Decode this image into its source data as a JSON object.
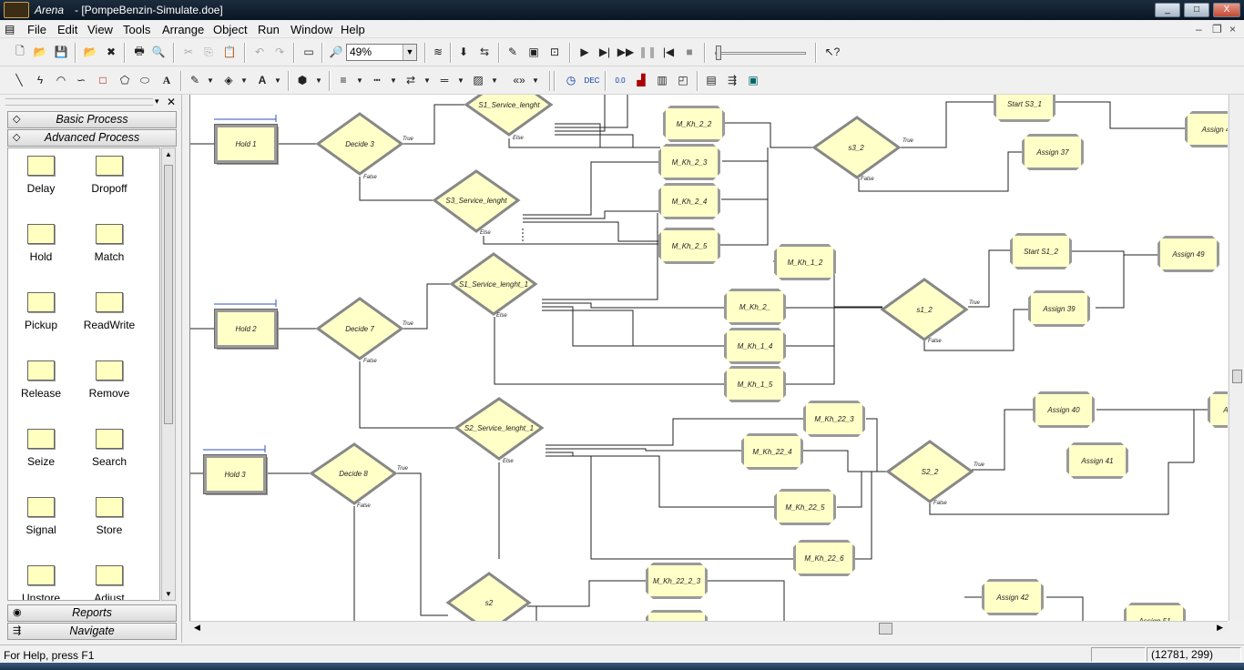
{
  "window": {
    "app_name": "Arena",
    "title": " - [PompeBenzin-Simulate.doe]"
  },
  "window_controls": {
    "minimize": "_",
    "maximize": "□",
    "close": "X"
  },
  "mdi_controls": {
    "minimize": "–",
    "restore": "❐",
    "close": "×"
  },
  "menu": [
    "File",
    "Edit",
    "View",
    "Tools",
    "Arrange",
    "Object",
    "Run",
    "Window",
    "Help"
  ],
  "toolbar": {
    "zoom": "49%"
  },
  "panel": {
    "basic_process": "Basic Process",
    "advanced_process": "Advanced Process",
    "reports": "Reports",
    "navigate": "Navigate",
    "modules": [
      "Delay",
      "Dropoff",
      "Hold",
      "Match",
      "Pickup",
      "ReadWrite",
      "Release",
      "Remove",
      "Seize",
      "Search",
      "Signal",
      "Store",
      "Unstore",
      "Adjust"
    ]
  },
  "model": {
    "holds": {
      "h1": "Hold 1",
      "h2": "Hold 2",
      "h3": "Hold 3"
    },
    "decides": {
      "d3": "Decide 3",
      "d7": "Decide 7",
      "d8": "Decide 8",
      "s1sl": "S1_Service_lenght",
      "s3sl": "S3_Service_lenght",
      "s1sl1": "S1_Service_lenght_1",
      "s2sl1": "S2_Service_lenght_1",
      "s32": "s3_2",
      "s12": "s1_2",
      "s22": "S2_2",
      "s2": "s2"
    },
    "mkh": {
      "m22": "M_Kh_2_2",
      "m23": "M_Kh_2_3",
      "m24": "M_Kh_2_4",
      "m25": "M_Kh_2_5",
      "m12": "M_Kh_1_2",
      "m2": "M_Kh_2_",
      "m14": "M_Kh_1_4",
      "m15": "M_Kh_1_5",
      "m223": "M_Kh_22_3",
      "m224": "M_Kh_22_4",
      "m225": "M_Kh_22_5",
      "m226": "M_Kh_22_6",
      "m2223": "M_Kh_22_2_3"
    },
    "assigns": {
      "a4": "Assign 4",
      "a37": "Assign 37",
      "a49": "Assign 49",
      "a39": "Assign 39",
      "a40": "Assign 40",
      "a41": "Assign 41",
      "a42": "Assign 42",
      "a": "A",
      "a51": "Assign 51"
    },
    "starts": {
      "s31": "Start S3_1",
      "s1": "Start S1_2"
    },
    "labels": {
      "true": "True",
      "false": "False",
      "else": "Else"
    }
  },
  "status": {
    "help": "For Help, press F1",
    "coords": "(12781, 299)"
  }
}
